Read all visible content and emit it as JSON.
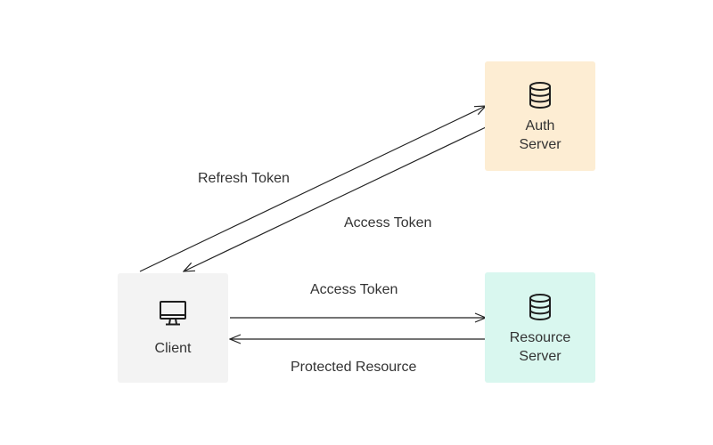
{
  "nodes": {
    "auth_server": {
      "label_lines": [
        "Auth",
        "Server"
      ],
      "icon": "database-icon",
      "color": "#fdedd3"
    },
    "resource_server": {
      "label_lines": [
        "Resource",
        "Server"
      ],
      "icon": "database-icon",
      "color": "#d9f7ef"
    },
    "client": {
      "label_lines": [
        "Client"
      ],
      "icon": "monitor-icon",
      "color": "#f3f3f3"
    }
  },
  "edges": [
    {
      "from": "client",
      "to": "auth_server",
      "label": "Refresh Token"
    },
    {
      "from": "auth_server",
      "to": "client",
      "label": "Access Token"
    },
    {
      "from": "client",
      "to": "resource_server",
      "label": "Access Token"
    },
    {
      "from": "resource_server",
      "to": "client",
      "label": "Protected Resource"
    }
  ],
  "colors": {
    "line": "#222222",
    "text": "#333333"
  }
}
